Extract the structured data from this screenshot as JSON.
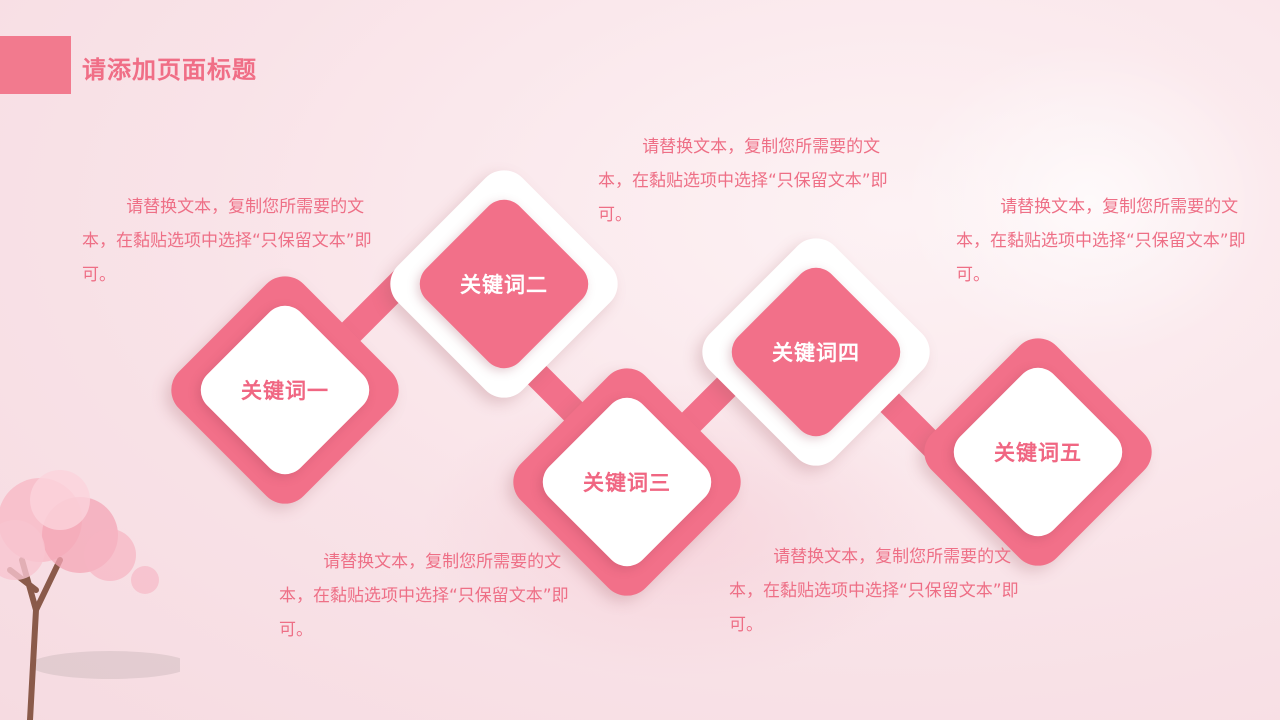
{
  "page": {
    "title": "请添加页面标题"
  },
  "colors": {
    "accent": "#f27089",
    "title": "#f06e86",
    "text": "#ee6f86",
    "background": "#f9e3e8"
  },
  "keywords": [
    {
      "label": "关键词一",
      "style": "pink-frame"
    },
    {
      "label": "关键词二",
      "style": "white-frame"
    },
    {
      "label": "关键词三",
      "style": "pink-frame"
    },
    {
      "label": "关键词四",
      "style": "white-frame"
    },
    {
      "label": "关键词五",
      "style": "pink-frame"
    }
  ],
  "descriptions": [
    "请替换文本，复制您所需要的文本，在黏贴选项中选择“只保留文本”即可。",
    "请替换文本，复制您所需要的文本，在黏贴选项中选择“只保留文本”即可。",
    "请替换文本，复制您所需要的文本，在黏贴选项中选择“只保留文本”即可。",
    "请替换文本，复制您所需要的文本，在黏贴选项中选择“只保留文本”即可。",
    "请替换文本，复制您所需要的文本，在黏贴选项中选择“只保留文本”即可。"
  ],
  "decoration": {
    "tree": "cherry-blossom-tree-icon"
  }
}
